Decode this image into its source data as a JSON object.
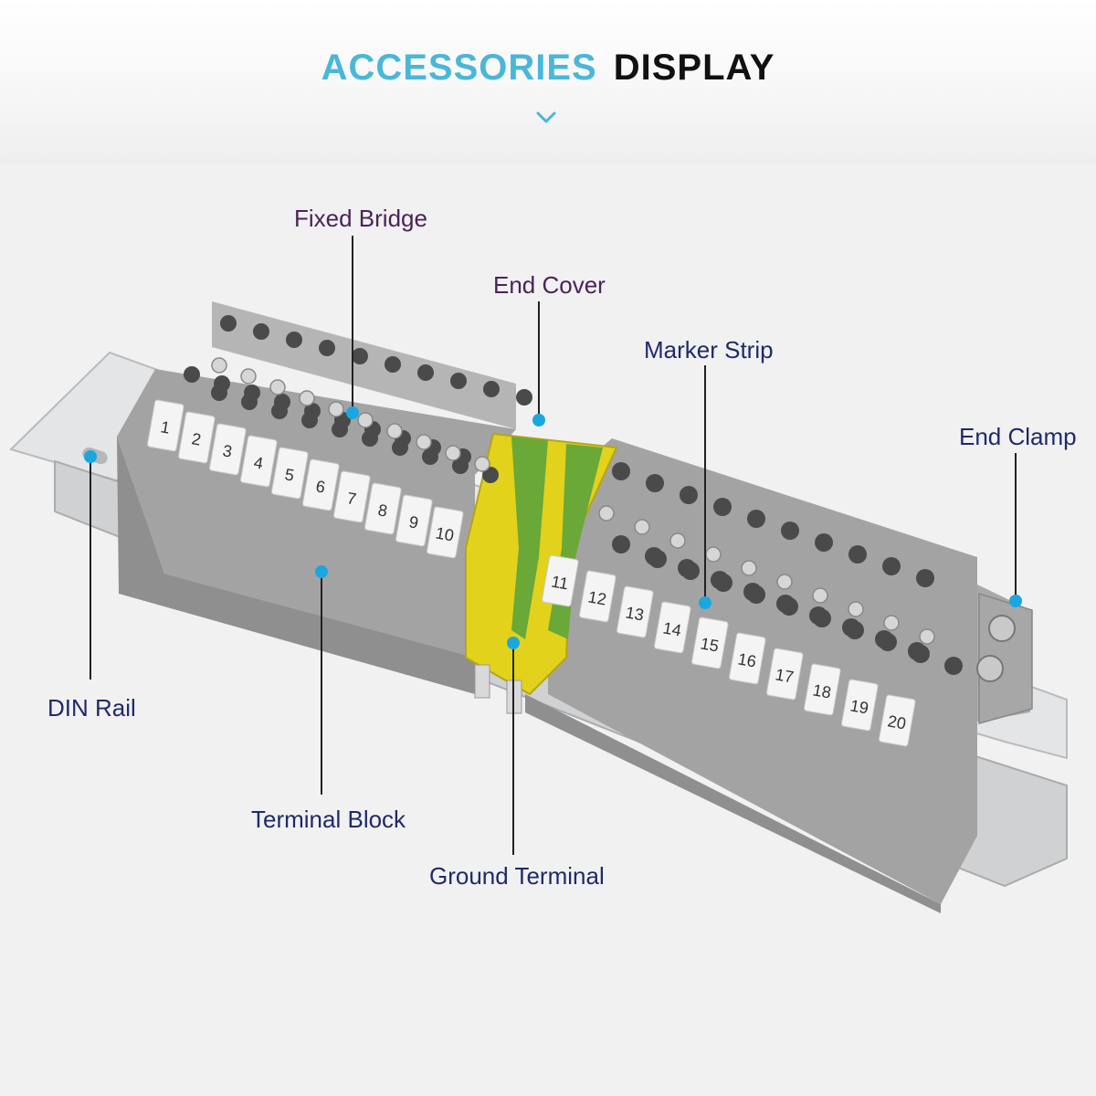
{
  "header": {
    "title_accent": "ACCESSORIES",
    "title_main": "DISPLAY",
    "accent_color": "#4ab7d9"
  },
  "callouts": {
    "fixed_bridge": "Fixed Bridge",
    "end_cover": "End Cover",
    "marker_strip": "Marker Strip",
    "end_clamp": "End Clamp",
    "din_rail": "DIN Rail",
    "terminal_block": "Terminal Block",
    "ground_terminal": "Ground Terminal"
  },
  "markers": {
    "left_group": [
      "1",
      "2",
      "3",
      "4",
      "5",
      "6",
      "7",
      "8",
      "9",
      "10"
    ],
    "right_group": [
      "11",
      "12",
      "13",
      "14",
      "15",
      "16",
      "17",
      "18",
      "19",
      "20"
    ]
  },
  "colors": {
    "terminal_gray": "#9c9c9c",
    "marker_white": "#f4f4f4",
    "ground_yellow": "#e2d21c",
    "ground_green": "#6aa838",
    "rail_silver": "#d4d6d8",
    "callout_dot": "#1aa7e0"
  }
}
